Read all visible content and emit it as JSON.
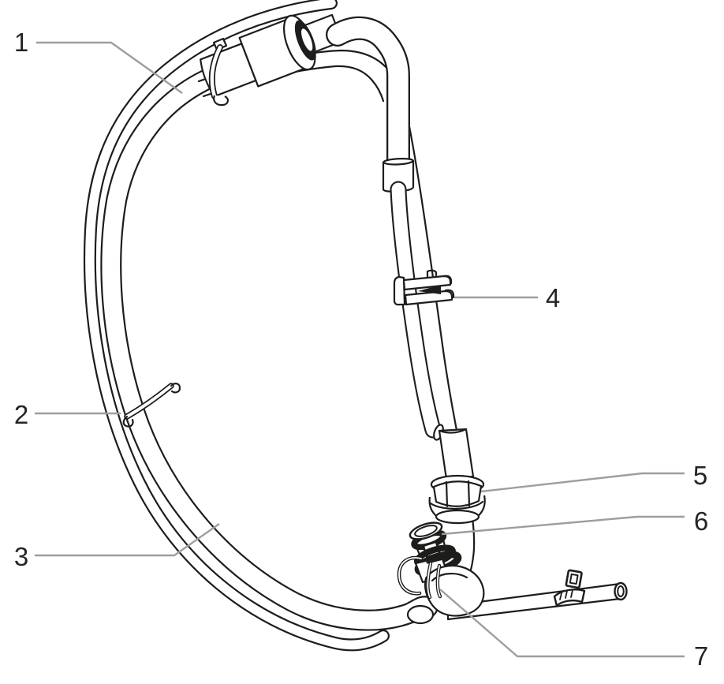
{
  "figure": {
    "kind": "parts-diagram-line-art",
    "colors": {
      "background": "#ffffff",
      "line": "#1d1d1b",
      "leader": "#9e9e9e",
      "label": "#272324"
    },
    "callouts": [
      {
        "label": "1"
      },
      {
        "label": "2"
      },
      {
        "label": "3"
      },
      {
        "label": "4"
      },
      {
        "label": "5"
      },
      {
        "label": "6"
      },
      {
        "label": "7"
      }
    ]
  }
}
